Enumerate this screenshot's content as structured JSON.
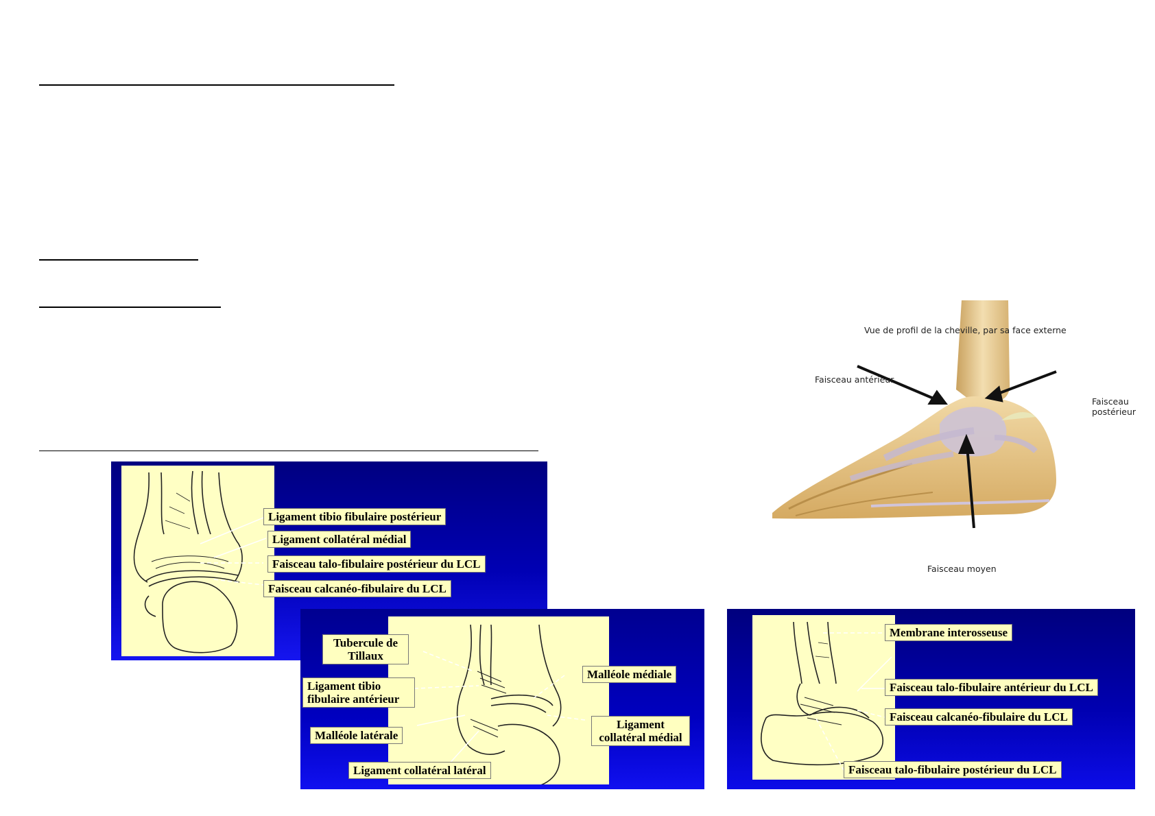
{
  "figure_posterior": {
    "labels": [
      "Ligament tibio fibulaire postérieur",
      "Ligament collatéral médial",
      "Faisceau talo-fibulaire postérieur du LCL",
      "Faisceau calcanéo-fibulaire du LCL"
    ]
  },
  "figure_anterior": {
    "labels": {
      "tubercule": "Tubercule de Tillaux",
      "tibio_ant": "Ligament tibio fibulaire antérieur",
      "malleole_laterale": "Malléole latérale",
      "ligament_lateral": "Ligament collatéral latéral",
      "malleole_mediale": "Malléole médiale",
      "ligament_medial": "Ligament collatéral médial"
    }
  },
  "figure_lateral": {
    "labels": [
      "Membrane interosseuse",
      "Faisceau talo-fibulaire antérieur du LCL",
      "Faisceau calcanéo-fibulaire du LCL",
      "Faisceau talo-fibulaire postérieur du LCL"
    ]
  },
  "figure_profile": {
    "title": "Vue de profil de la cheville, par sa face externe",
    "anterior": "Faisceau antérieur",
    "posterior": "Faisceau postérieur",
    "middle": "Faisceau moyen"
  },
  "colors": {
    "panel_blue": "#0000a0",
    "label_fill": "#ffffc0",
    "drawing_fill": "#ffffc4"
  }
}
